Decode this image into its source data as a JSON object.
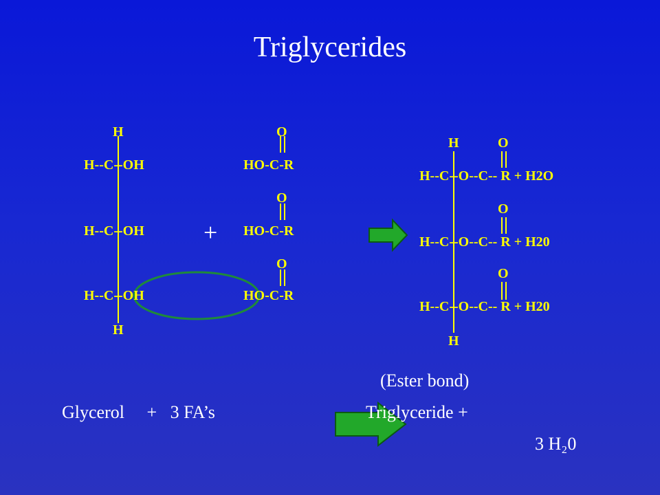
{
  "slide": {
    "title": "Triglycerides"
  },
  "glycerol": {
    "top_h": "H",
    "rows": [
      "H--C--OH",
      "H--C--OH",
      "H--C--OH"
    ],
    "bottom_h": "H"
  },
  "fatty_acids": {
    "carbonyl_o": [
      "O",
      "O",
      "O"
    ],
    "rows": [
      "HO-C-R",
      "HO-C-R",
      "HO-C-R"
    ]
  },
  "plus_sign": "+",
  "triglyceride": {
    "top_h": "H",
    "carbonyl_o": [
      "O",
      "O",
      "O"
    ],
    "rows": [
      "H--C--O--C-- R + H2O",
      "H--C--O--C-- R + H20",
      "H--C--O--C-- R + H20"
    ],
    "bottom_h": "H"
  },
  "captions": {
    "ester_bond": "(Ester bond)",
    "reactants": "Glycerol     +   3 FA’s",
    "products": "Triglyceride +",
    "water": "3 H₂0"
  },
  "colors": {
    "formula_text": "#ffff00",
    "caption_text": "#ffffff",
    "bond_lines": "#ffff00",
    "circle": "#1f8a3a",
    "arrow_fill": "#22a82a",
    "arrow_stroke": "#0b5a12"
  },
  "icons": [
    "reaction-arrow-icon",
    "ester-highlight-circle"
  ]
}
